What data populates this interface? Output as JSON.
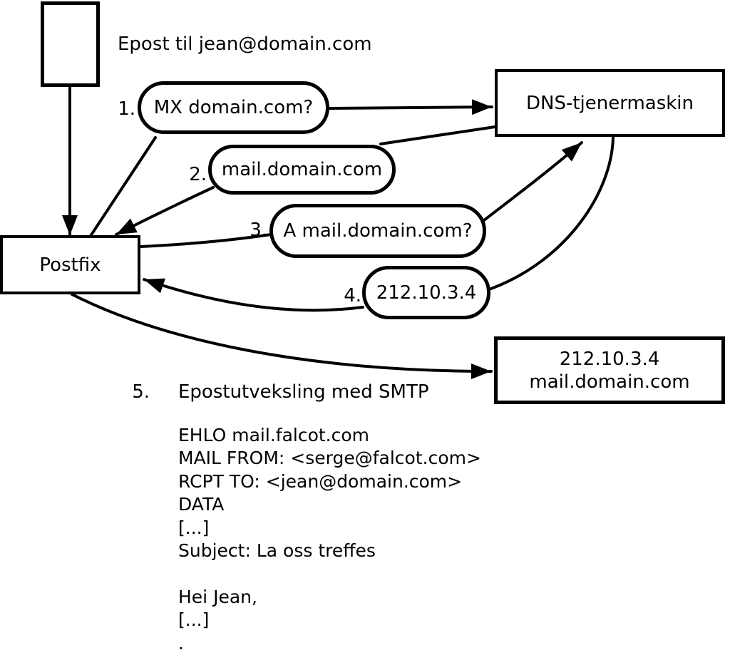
{
  "diagram": {
    "background": "#ffffff",
    "stroke_color": "#000000",
    "title": "Epost til jean@domain.com",
    "nodes": {
      "postfix": "Postfix",
      "dns_server": "DNS-tjenermaskin",
      "smtp_server_ip": "212.10.3.4",
      "smtp_server_host": "mail.domain.com"
    },
    "steps": [
      {
        "num": "1.",
        "label": "MX domain.com?"
      },
      {
        "num": "2.",
        "label": "mail.domain.com"
      },
      {
        "num": "3.",
        "label": "A mail.domain.com?"
      },
      {
        "num": "4.",
        "label": "212.10.3.4"
      },
      {
        "num": "5.",
        "label": "Epostutveksling med SMTP"
      }
    ],
    "smtp_session": [
      "EHLO mail.falcot.com",
      "MAIL FROM: <serge@falcot.com>",
      "RCPT TO: <jean@domain.com>",
      "DATA",
      "[...]",
      "Subject: La oss treffes",
      "",
      "Hei Jean,",
      "[...]",
      "."
    ]
  }
}
